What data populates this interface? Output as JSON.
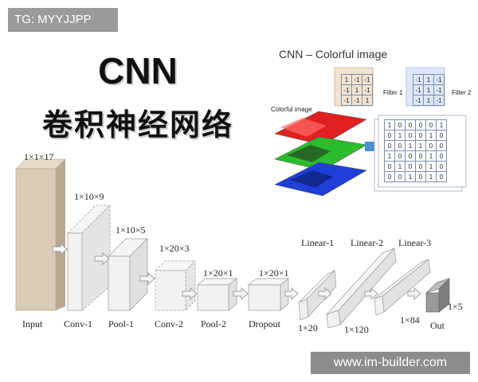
{
  "watermark_top": "TG: MYYJJPP",
  "watermark_bottom": "www.im-builder.com",
  "title": "CNN",
  "subtitle": "卷积神经网络",
  "inset": {
    "title": "CNN – Colorful image",
    "image_label": "Colorful image",
    "filter1_label": "Filter 1",
    "filter2_label": "Filter 2",
    "filter1": [
      [
        "1",
        "-1",
        "-1"
      ],
      [
        "-1",
        "1",
        "-1"
      ],
      [
        "-1",
        "-1",
        "1"
      ]
    ],
    "filter2": [
      [
        "-1",
        "1",
        "-1"
      ],
      [
        "-1",
        "1",
        "-1"
      ],
      [
        "-1",
        "1",
        "-1"
      ]
    ],
    "image_grid": [
      [
        "1",
        "0",
        "0",
        "0",
        "0",
        "1"
      ],
      [
        "0",
        "1",
        "0",
        "0",
        "1",
        "0"
      ],
      [
        "0",
        "0",
        "1",
        "1",
        "0",
        "0"
      ],
      [
        "1",
        "0",
        "0",
        "0",
        "1",
        "0"
      ],
      [
        "0",
        "1",
        "0",
        "0",
        "1",
        "0"
      ],
      [
        "0",
        "0",
        "1",
        "0",
        "1",
        "0"
      ]
    ]
  },
  "layers": [
    {
      "name": "Input",
      "dim": "1×1×17"
    },
    {
      "name": "Conv-1",
      "dim": "1×10×9"
    },
    {
      "name": "Pool-1",
      "dim": "1×10×5"
    },
    {
      "name": "Conv-2",
      "dim": "1×20×3"
    },
    {
      "name": "Pool-2",
      "dim": "1×20×1"
    },
    {
      "name": "Dropout",
      "dim": "1×20×1"
    },
    {
      "name": "Linear-1",
      "dim": "1×20"
    },
    {
      "name": "Linear-2",
      "dim": "1×120"
    },
    {
      "name": "Linear-3",
      "dim": "1×84"
    },
    {
      "name": "Out",
      "dim": "1×5"
    }
  ],
  "colors": {
    "input_face": "#d9cbb5",
    "box_face": "#f2f2f2",
    "box_side": "#dcdcdc",
    "arrow": "#9aa0a6",
    "out_face": "#9a9a9a",
    "red": "#e02020",
    "green": "#2bbd2b",
    "blue": "#1f3fd8",
    "accent_arrow": "#4a90d9"
  }
}
